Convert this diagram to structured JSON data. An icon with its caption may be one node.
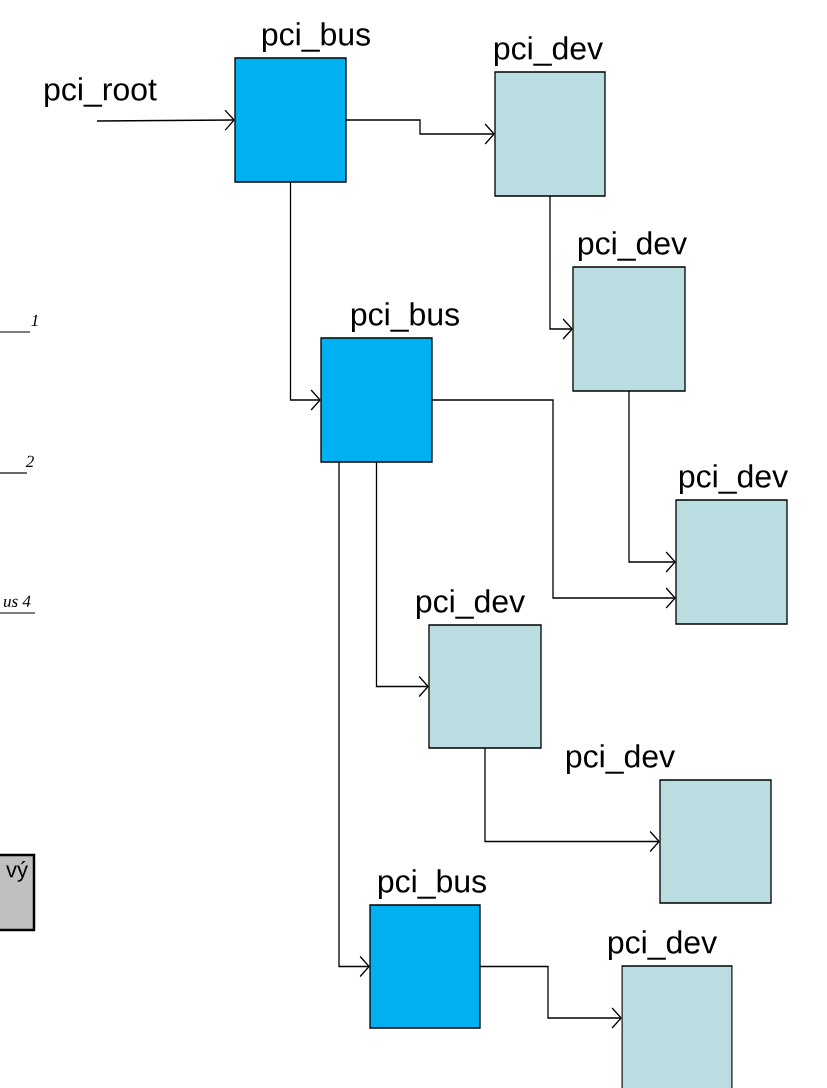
{
  "diagram": {
    "nodes": [
      {
        "text": [
          "pci_root"
        ]
      },
      {
        "text": [
          "pci_bus"
        ]
      },
      {
        "text": [
          "pci_dev"
        ]
      },
      {
        "text": [
          "pci_dev"
        ]
      },
      {
        "text": [
          "pci_bus"
        ]
      },
      {
        "text": [
          "pci_dev"
        ]
      },
      {
        "text": [
          "pci_dev"
        ]
      },
      {
        "text": [
          "pci_dev"
        ]
      },
      {
        "text": [
          "pci_bus"
        ]
      },
      {
        "text": [
          "pci_dev"
        ]
      },
      {
        "text": [
          "vý"
        ]
      }
    ],
    "edges": [
      {
        "from": 0,
        "to": 1,
        "arrow": "to"
      },
      {
        "from": 1,
        "to": 2,
        "arrow": "to"
      },
      {
        "from": 1,
        "to": 4,
        "arrow": "to"
      },
      {
        "from": 2,
        "to": 3,
        "arrow": "to"
      },
      {
        "from": 4,
        "to": 5,
        "arrow": "to"
      },
      {
        "from": 3,
        "to": 5,
        "arrow": "to"
      },
      {
        "from": 4,
        "to": 6,
        "arrow": "to"
      },
      {
        "from": 4,
        "to": 8,
        "arrow": "to"
      },
      {
        "from": 6,
        "to": 7,
        "arrow": "to"
      },
      {
        "from": 8,
        "to": 9,
        "arrow": "to"
      }
    ],
    "labels": [
      "1",
      "2",
      "us 4"
    ]
  }
}
